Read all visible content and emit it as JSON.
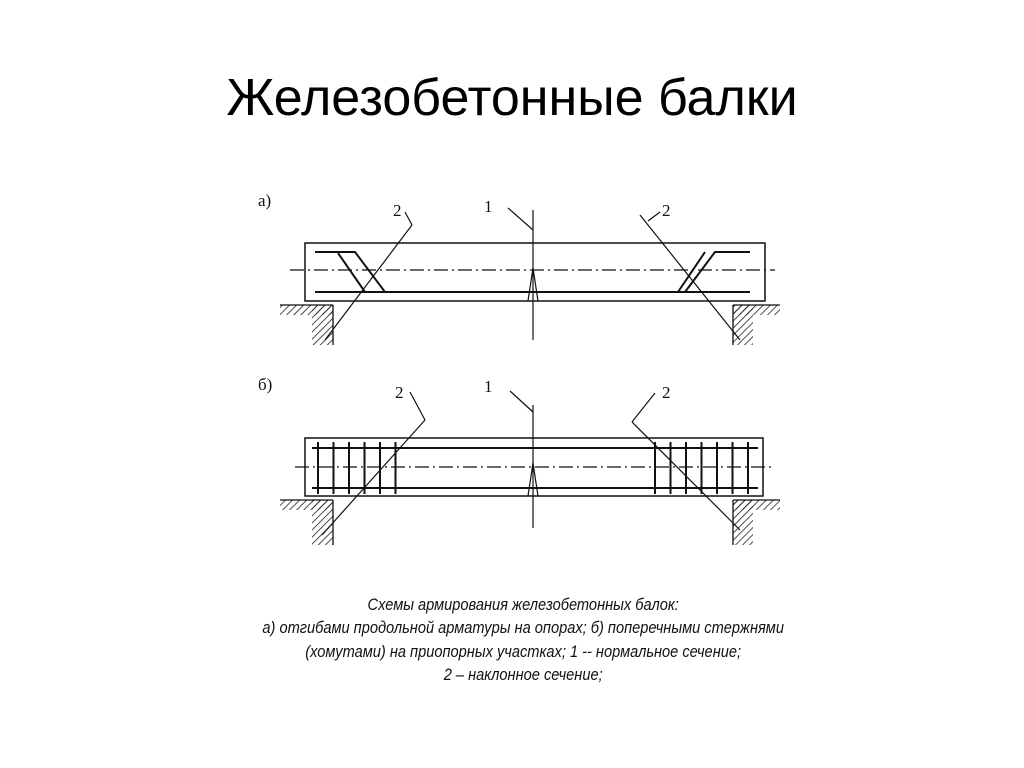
{
  "slide": {
    "title": "Железобетонные балки"
  },
  "diagram": {
    "a": {
      "panel_label": "а)",
      "label_left": "2",
      "label_center": "1",
      "label_right": "2"
    },
    "b": {
      "panel_label": "б)",
      "label_left": "2",
      "label_center": "1",
      "label_right": "2"
    }
  },
  "caption": {
    "line1": "Схемы армирования железобетонных балок:",
    "line2": "а) отгибами продольной арматуры на опорах; б) поперечными стержнями",
    "line3": "(хомутами) на приопорных участках; 1 -- нормальное сечение;",
    "line4": "2 – наклонное сечение;"
  }
}
